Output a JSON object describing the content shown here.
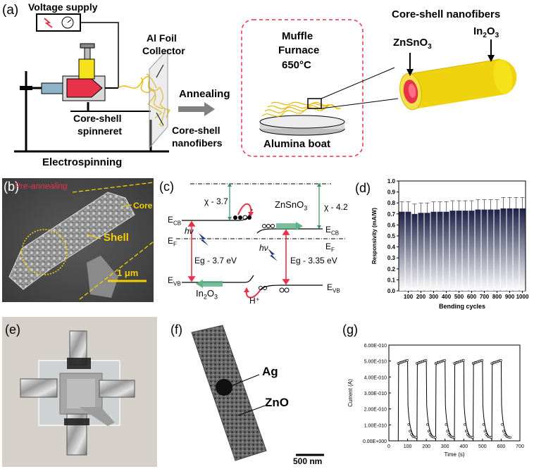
{
  "panel_a": {
    "label": "(a)",
    "voltage": "Voltage supply",
    "collector_l1": "Al Foil",
    "collector_l2": "Collector",
    "spinneret_l1": "Core-shell",
    "spinneret_l2": "spinneret",
    "fibers_l1": "Core-shell",
    "fibers_l2": "nanofibers",
    "annealing": "Annealing",
    "electrospinning": "Electrospinning",
    "furnace_l1": "Muffle",
    "furnace_l2": "Furnace",
    "furnace_temp": "650°C",
    "boat": "Alumina boat",
    "cs_title": "Core-shell nanofibers",
    "zn_base": "ZnSnO",
    "zn_sub": "3",
    "in_base": "In",
    "in_sub1": "2",
    "in_mid": "O",
    "in_sub2": "3"
  },
  "panel_b": {
    "label": "(b)",
    "overlay": "Pre-annealing",
    "core": "Core",
    "shell": "Shell",
    "scale": "1 μm"
  },
  "panel_c": {
    "label": "(c)",
    "chi_left": "χ - 3.7",
    "chi_right": "χ - 4.2",
    "zn_base": "ZnSnO",
    "zn_sub": "3",
    "ecb_left": "E",
    "ecb_left_sub": "CB",
    "ecb_right": "E",
    "ecb_right_sub": "CB",
    "ef_left": "E",
    "ef_left_sub": "F",
    "ef_right": "E",
    "ef_right_sub": "F",
    "hv": "hν",
    "eg_left": "Eg - 3.7 eV",
    "eg_right": "Eg - 3.35 eV",
    "evb_left": "E",
    "evb_left_sub": "VB",
    "evb_right": "E",
    "evb_right_sub": "VB",
    "in_base": "In",
    "in_sub1": "2",
    "in_mid": "O",
    "in_sub2": "3",
    "hplus": "H⁺"
  },
  "panel_d": {
    "label": "(d)"
  },
  "panel_e": {
    "label": "(e)"
  },
  "panel_f": {
    "label": "(f)",
    "ag": "Ag",
    "zno": "ZnO",
    "scale": "500 nm"
  },
  "panel_g": {
    "label": "(g)"
  },
  "chart_data": [
    {
      "type": "bar",
      "panel": "(d)",
      "xlabel": "Bending cycles",
      "ylabel": "Responsivity (mA/W)",
      "ylim": [
        0.0,
        1.0
      ],
      "yticks": [
        "0.0",
        "0.1",
        "0.2",
        "0.3",
        "0.4",
        "0.5",
        "0.6",
        "0.7",
        "0.8",
        "0.9",
        "1.0"
      ],
      "xticks": [
        "100",
        "200",
        "300",
        "400",
        "500",
        "600",
        "700",
        "800",
        "900",
        "1000"
      ],
      "values": [
        0.72,
        0.72,
        0.7,
        0.71,
        0.71,
        0.72,
        0.72,
        0.72,
        0.73,
        0.73,
        0.73,
        0.73,
        0.74,
        0.74,
        0.74,
        0.74,
        0.75,
        0.75,
        0.75,
        0.75
      ],
      "error": [
        0.09,
        0.09,
        0.09,
        0.09,
        0.09,
        0.09,
        0.09,
        0.09,
        0.09,
        0.09,
        0.09,
        0.09,
        0.09,
        0.09,
        0.09,
        0.09,
        0.1,
        0.1,
        0.1,
        0.1
      ],
      "bar_color_top": "#1c2147",
      "bar_color_bottom": "#ffffff"
    },
    {
      "type": "line",
      "panel": "(g)",
      "xlabel": "Time (s)",
      "ylabel": "Current (A)",
      "xlim": [
        0,
        700
      ],
      "ylim": [
        0,
        6e-10
      ],
      "xticks": [
        "0",
        "100",
        "200",
        "300",
        "400",
        "500",
        "600",
        "700"
      ],
      "yticks": [
        "0.00E+000",
        "1.00E-010",
        "2.00E-010",
        "3.00E-010",
        "4.00E-010",
        "5.00E-010",
        "6.00E-010"
      ],
      "pulses_on_start_s": [
        50,
        150,
        250,
        350,
        450,
        550
      ],
      "pulse_duration_s": 50,
      "on_current_A": 5e-10,
      "off_current_A": 0
    }
  ]
}
